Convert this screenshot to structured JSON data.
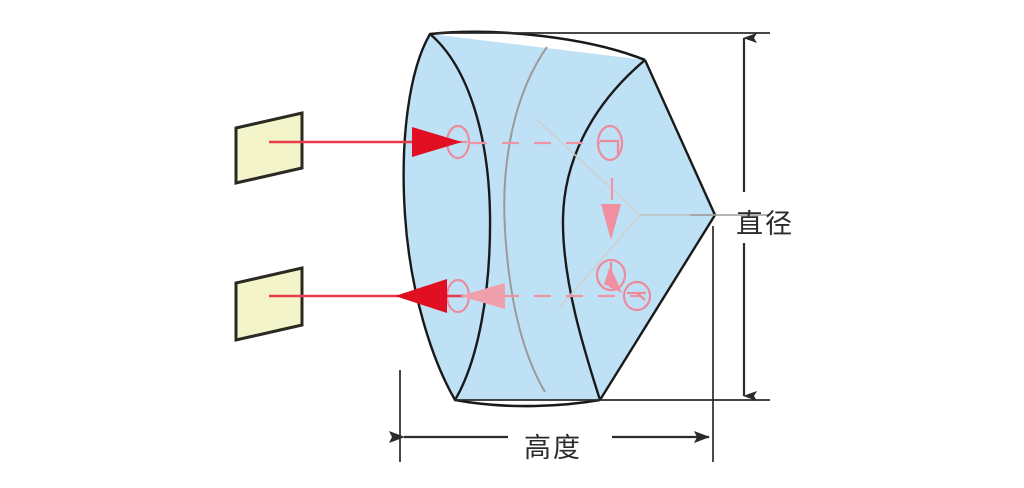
{
  "diagram": {
    "type": "technical-drawing",
    "subject": "optical-lens-3d-dimension-diagram",
    "background_color": "#ffffff",
    "labels": {
      "diameter": "直径",
      "height": "高度"
    },
    "colors": {
      "lens_fill": "#bfe1f5",
      "lens_outline": "#1a1a1a",
      "hidden_line": "#9a9a9a",
      "source_fill": "#f3f4c9",
      "source_outline": "#2a2a22",
      "beam_in": "#e8142a",
      "beam_out": "#e8142a",
      "annotation_pink": "#e8889a",
      "dimension_line": "#2b2b2b",
      "text": "#2b2b2b"
    },
    "elements": {
      "lens_body_name": "lens-body",
      "front_face_name": "lens-front-elliptical-face",
      "wedge_tip_name": "lens-wedge-tip",
      "incoming_beam_name": "incoming-beam-arrow",
      "outgoing_beam_name": "outgoing-beam-arrow",
      "source_top_name": "light-source-plate-top",
      "source_bottom_name": "light-source-plate-bottom",
      "dimension_vertical_name": "diameter-dimension-line",
      "dimension_horizontal_name": "height-dimension-line"
    },
    "annotation_symbols": {
      "count": 5,
      "kind": "pink-ellipse-gauge-marks"
    }
  }
}
